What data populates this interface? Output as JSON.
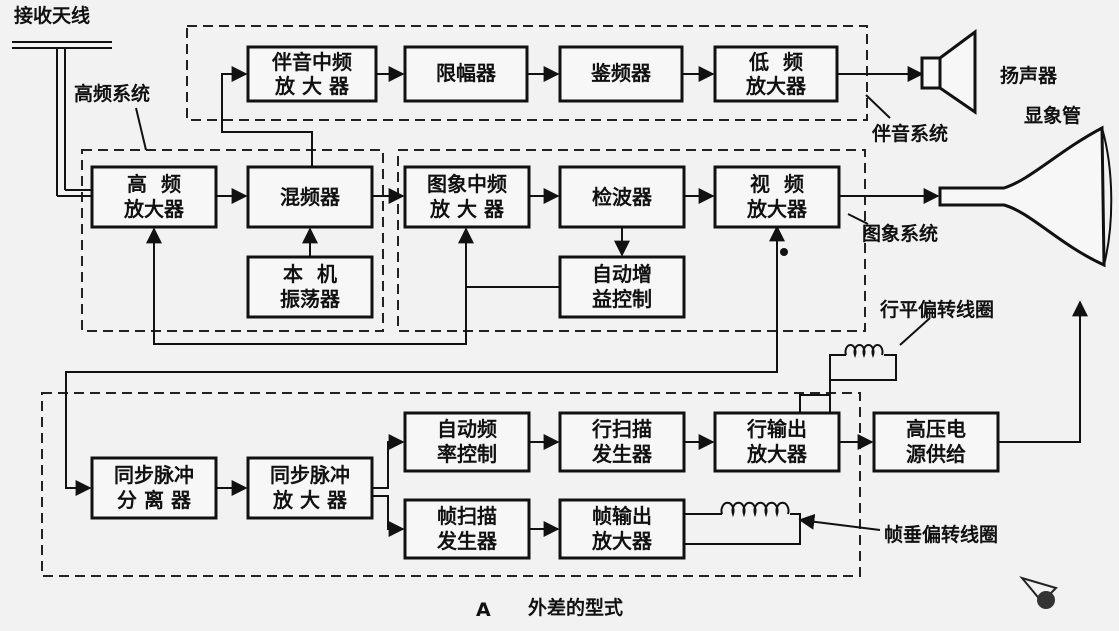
{
  "labels": {
    "antenna": "接收天线",
    "hf_system": "高频系统",
    "sound_system": "伴音系统",
    "picture_system": "图象系统",
    "speaker": "扬声器",
    "crt": "显象管",
    "h_coil": "行平偏转线圈",
    "v_coil": "帧垂偏转线圈",
    "caption_letter": "A",
    "caption": "外差的型式"
  },
  "blocks": {
    "sound_if": [
      "伴音中频",
      "放 大 器"
    ],
    "limiter": [
      "限幅器"
    ],
    "discriminator": [
      "鉴频器"
    ],
    "audio_amp": [
      "低  频",
      "放大器"
    ],
    "rf_amp": [
      "高  频",
      "放大器"
    ],
    "mixer": [
      "混频器"
    ],
    "local_osc": [
      "本  机",
      "振荡器"
    ],
    "picture_if": [
      "图象中频",
      "放 大 器"
    ],
    "detector": [
      "检波器"
    ],
    "video_amp": [
      "视  频",
      "放大器"
    ],
    "agc": [
      "自动增",
      "益控制"
    ],
    "sync_sep": [
      "同步脉冲",
      "分 离 器"
    ],
    "sync_amp": [
      "同步脉冲",
      "放 大 器"
    ],
    "afc": [
      "自动频",
      "率控制"
    ],
    "h_osc": [
      "行扫描",
      "发生器"
    ],
    "h_out": [
      "行输出",
      "放大器"
    ],
    "hv_supply": [
      "高压电",
      "源供给"
    ],
    "v_osc": [
      "帧扫描",
      "发生器"
    ],
    "v_out": [
      "帧输出",
      "放大器"
    ]
  }
}
